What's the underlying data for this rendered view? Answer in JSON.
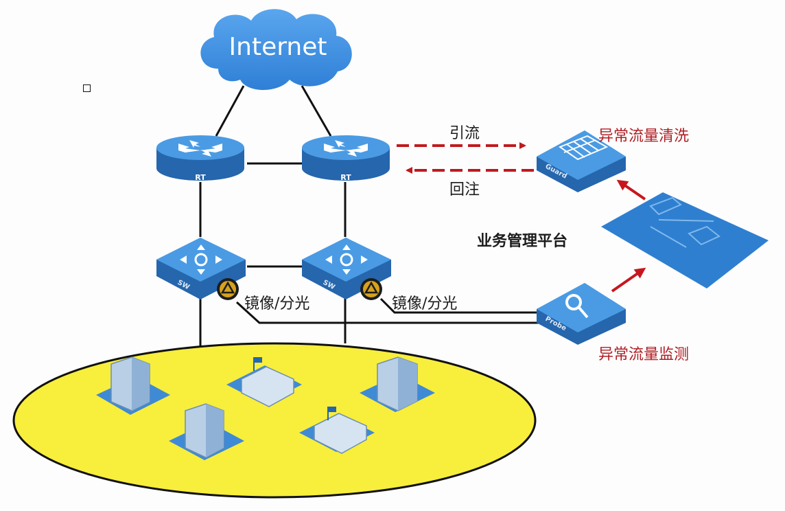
{
  "diagram": {
    "internet_label": "Internet",
    "router_label": "RT",
    "switch_label": "SW",
    "guard_label": "Guard",
    "probe_label": "Probe",
    "divert_label": "引流",
    "reinject_label": "回注",
    "mirror_label": "镜像/分光",
    "cleaning_label": "异常流量清洗",
    "platform_label": "业务管理平台",
    "monitor_label": "异常流量监测",
    "colors": {
      "device_blue": "#2f7fd0",
      "device_top": "#4a9be4",
      "cloud": "#3b8ce0",
      "dashed_red": "#c0191f",
      "arrow_red": "#c8161d",
      "ellipse_fill": "#f8ee3c",
      "line": "#111111"
    }
  }
}
